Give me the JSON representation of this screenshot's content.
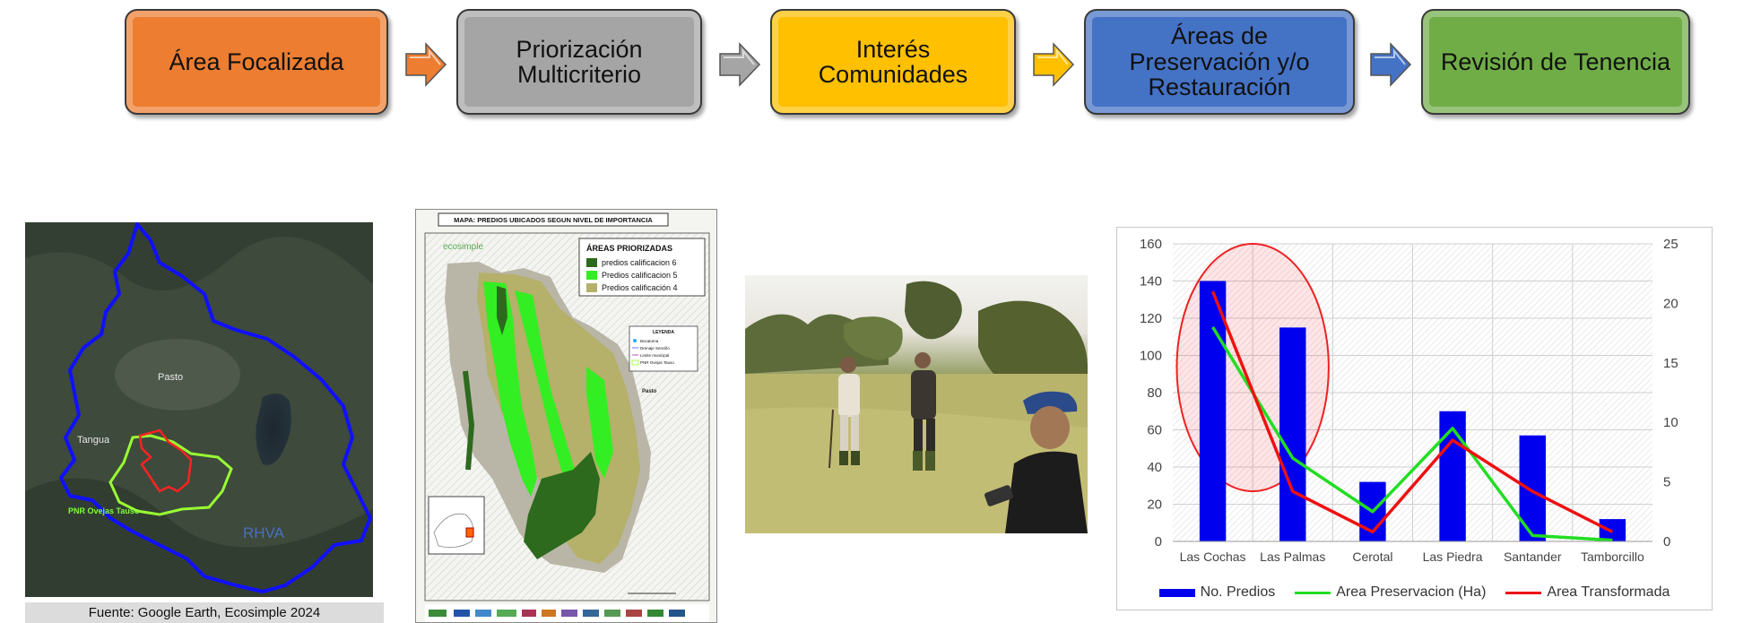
{
  "process_steps": [
    {
      "label": "Área Focalizada",
      "color": "#ED7D31"
    },
    {
      "label": "Priorización\nMulticriterio",
      "color": "#A5A5A5"
    },
    {
      "label": "Interés\nComunidades",
      "color": "#FFC000"
    },
    {
      "label": "Áreas de\nPreservación y/o\nRestauración",
      "color": "#4472C4"
    },
    {
      "label": "Revisión de Tenencia",
      "color": "#70AD47"
    }
  ],
  "satellite_map": {
    "labels": {
      "city": "Pasto",
      "town": "Tangua",
      "park": "PNR Ovejas Tauso",
      "region": "RHVA"
    },
    "caption": "Fuente: Google Earth, Ecosimple 2024"
  },
  "priority_map": {
    "title": "MAPA: PREDIOS UBICADOS SEGUN NIVEL DE IMPORTANCIA",
    "logo": "ecosimple",
    "legend_title": "ÁREAS PRIORIZADAS",
    "legend_items": [
      {
        "label": "predios calificacion 6",
        "color": "#2d6a1e"
      },
      {
        "label": "Predios calificacion 5",
        "color": "#33ee22"
      },
      {
        "label": "Predios calificación 4",
        "color": "#b5b06a"
      }
    ],
    "small_legend_title": "LEYENDA",
    "small_legend_items": [
      "Bocatoma",
      "Drenaje Sencillo",
      "Limite municipal",
      "PNR Ovejas Tauso"
    ],
    "place": "Pasto"
  },
  "chart_data": {
    "type": "bar",
    "categories": [
      "Las Cochas",
      "Las Palmas",
      "Cerotal",
      "Las Piedra",
      "Santander",
      "Tamborcillo"
    ],
    "series": [
      {
        "name": "No. Predios",
        "type": "bar",
        "axis": "left",
        "color": "#0000EE",
        "values": [
          140,
          115,
          32,
          70,
          57,
          12
        ]
      },
      {
        "name": "Area Preservacion (Ha)",
        "type": "line",
        "axis": "right",
        "color": "#22DD22",
        "values": [
          18,
          7,
          2.5,
          9.5,
          0.5,
          0.1
        ]
      },
      {
        "name": "Area Transformada",
        "type": "line",
        "axis": "right",
        "color": "#EE1111",
        "values": [
          21,
          4.2,
          0.8,
          8.5,
          4.2,
          0.8
        ]
      }
    ],
    "y_left": {
      "min": 0,
      "max": 160,
      "ticks": [
        0,
        20,
        40,
        60,
        80,
        100,
        120,
        140,
        160
      ]
    },
    "y_right": {
      "min": 0,
      "max": 25,
      "ticks": [
        0,
        5,
        10,
        15,
        20,
        25
      ]
    },
    "highlight": "Las Cochas, Las Palmas",
    "legend_position": "bottom"
  }
}
